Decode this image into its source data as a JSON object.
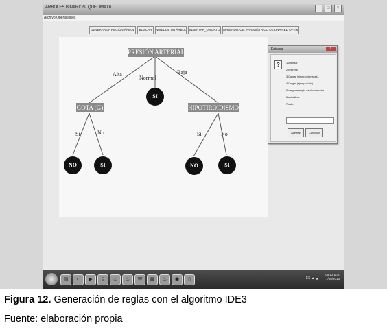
{
  "window": {
    "title": "ÁRBOLES BINARIOS: QUELIMAX6"
  },
  "menu": [
    "Archivo",
    "Operaciones"
  ],
  "toolbar": [
    "GENERAR LA REGIÓN ÁRBOL",
    "BUSCAR",
    "NIVEL DE UN ÁRBOL",
    "INSERTAR_UN DATO",
    "APRENDIZAJE: PARAMÉTRICO DE UNA RED OPTIMAS"
  ],
  "tree": {
    "root": "PRESIÓN ARTERIAL",
    "edges": {
      "alta": "Alta",
      "normal": "Normal",
      "baja": "Baja",
      "si_left": "Si",
      "no_left": "No",
      "si_right": "Si",
      "no_right": "No"
    },
    "gota": "GOTA (G)",
    "hipo": "HIPOTIROIDISMO",
    "leaf_normal": "SI",
    "leaf_gota_si": "NO",
    "leaf_gota_no": "SI",
    "leaf_hipo_si": "NO",
    "leaf_hipo_no": "SI"
  },
  "dialog": {
    "title": "Entrada",
    "icon": "?",
    "options": [
      "1.Agregar.",
      "2.Imprimir.",
      "3.Cargar (ejemplo lumaces).",
      "4.Cargar (ejemplo tabl).",
      "5.cargar ejemplo cardio-vascular.",
      "6.actualizar.",
      "7.salir."
    ],
    "ok_label": "Aceptar",
    "cancel_label": "Cancelar"
  },
  "taskbar": {
    "tray_text": "ES ▲ ◢",
    "clock_time": "09:52 p.m.",
    "clock_date": "7/08/2013"
  },
  "caption": {
    "label": "Figura 12.",
    "text": " Generación de reglas con el algoritmo IDE3"
  },
  "source": "Fuente: elaboración propia"
}
